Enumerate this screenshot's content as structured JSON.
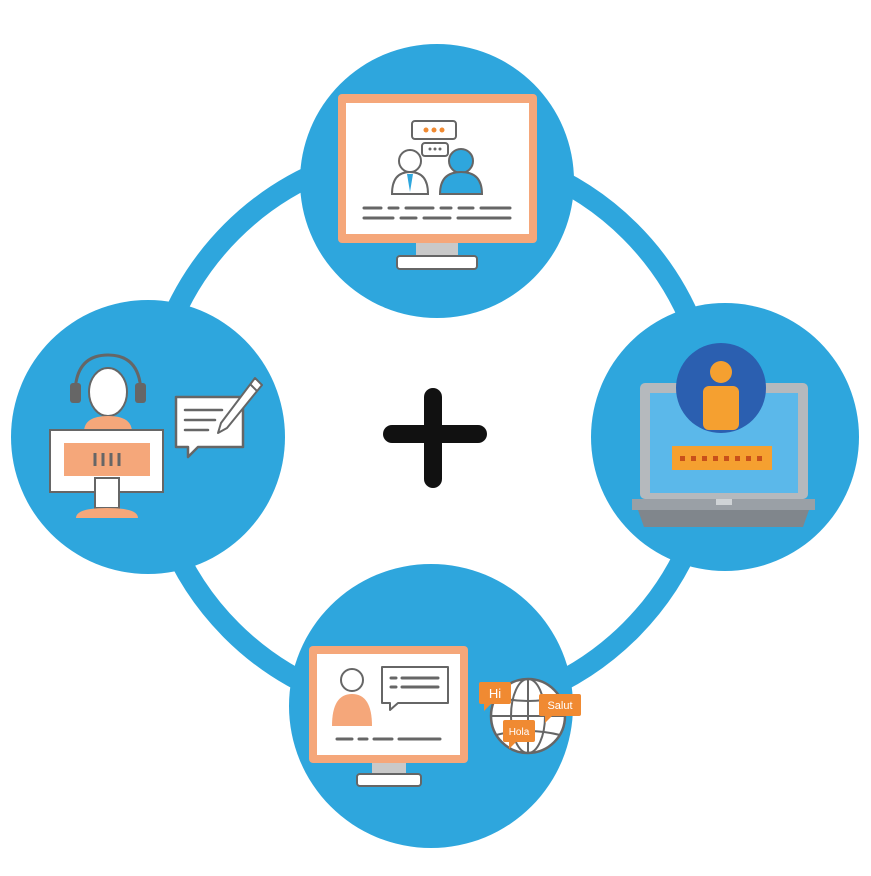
{
  "colors": {
    "blue": "#2ea6dd",
    "ring": "#2ea6dd",
    "peach": "#f5a77a",
    "orange": "#f08a32",
    "gray": "#666666",
    "light_gray": "#c9c9c9",
    "laptop_gray": "#9aa0a6",
    "dark": "#111111",
    "white": "#ffffff"
  },
  "center": {
    "symbol": "+"
  },
  "nodes": {
    "top": {
      "icon": "video-meeting-monitor-icon"
    },
    "right": {
      "icon": "laptop-login-icon"
    },
    "bottom": {
      "icon": "video-chat-translation-icon",
      "bubbles": {
        "hi": "Hi",
        "salut": "Salut",
        "hola": "Hola"
      }
    },
    "left": {
      "icon": "support-agent-notes-icon"
    }
  }
}
